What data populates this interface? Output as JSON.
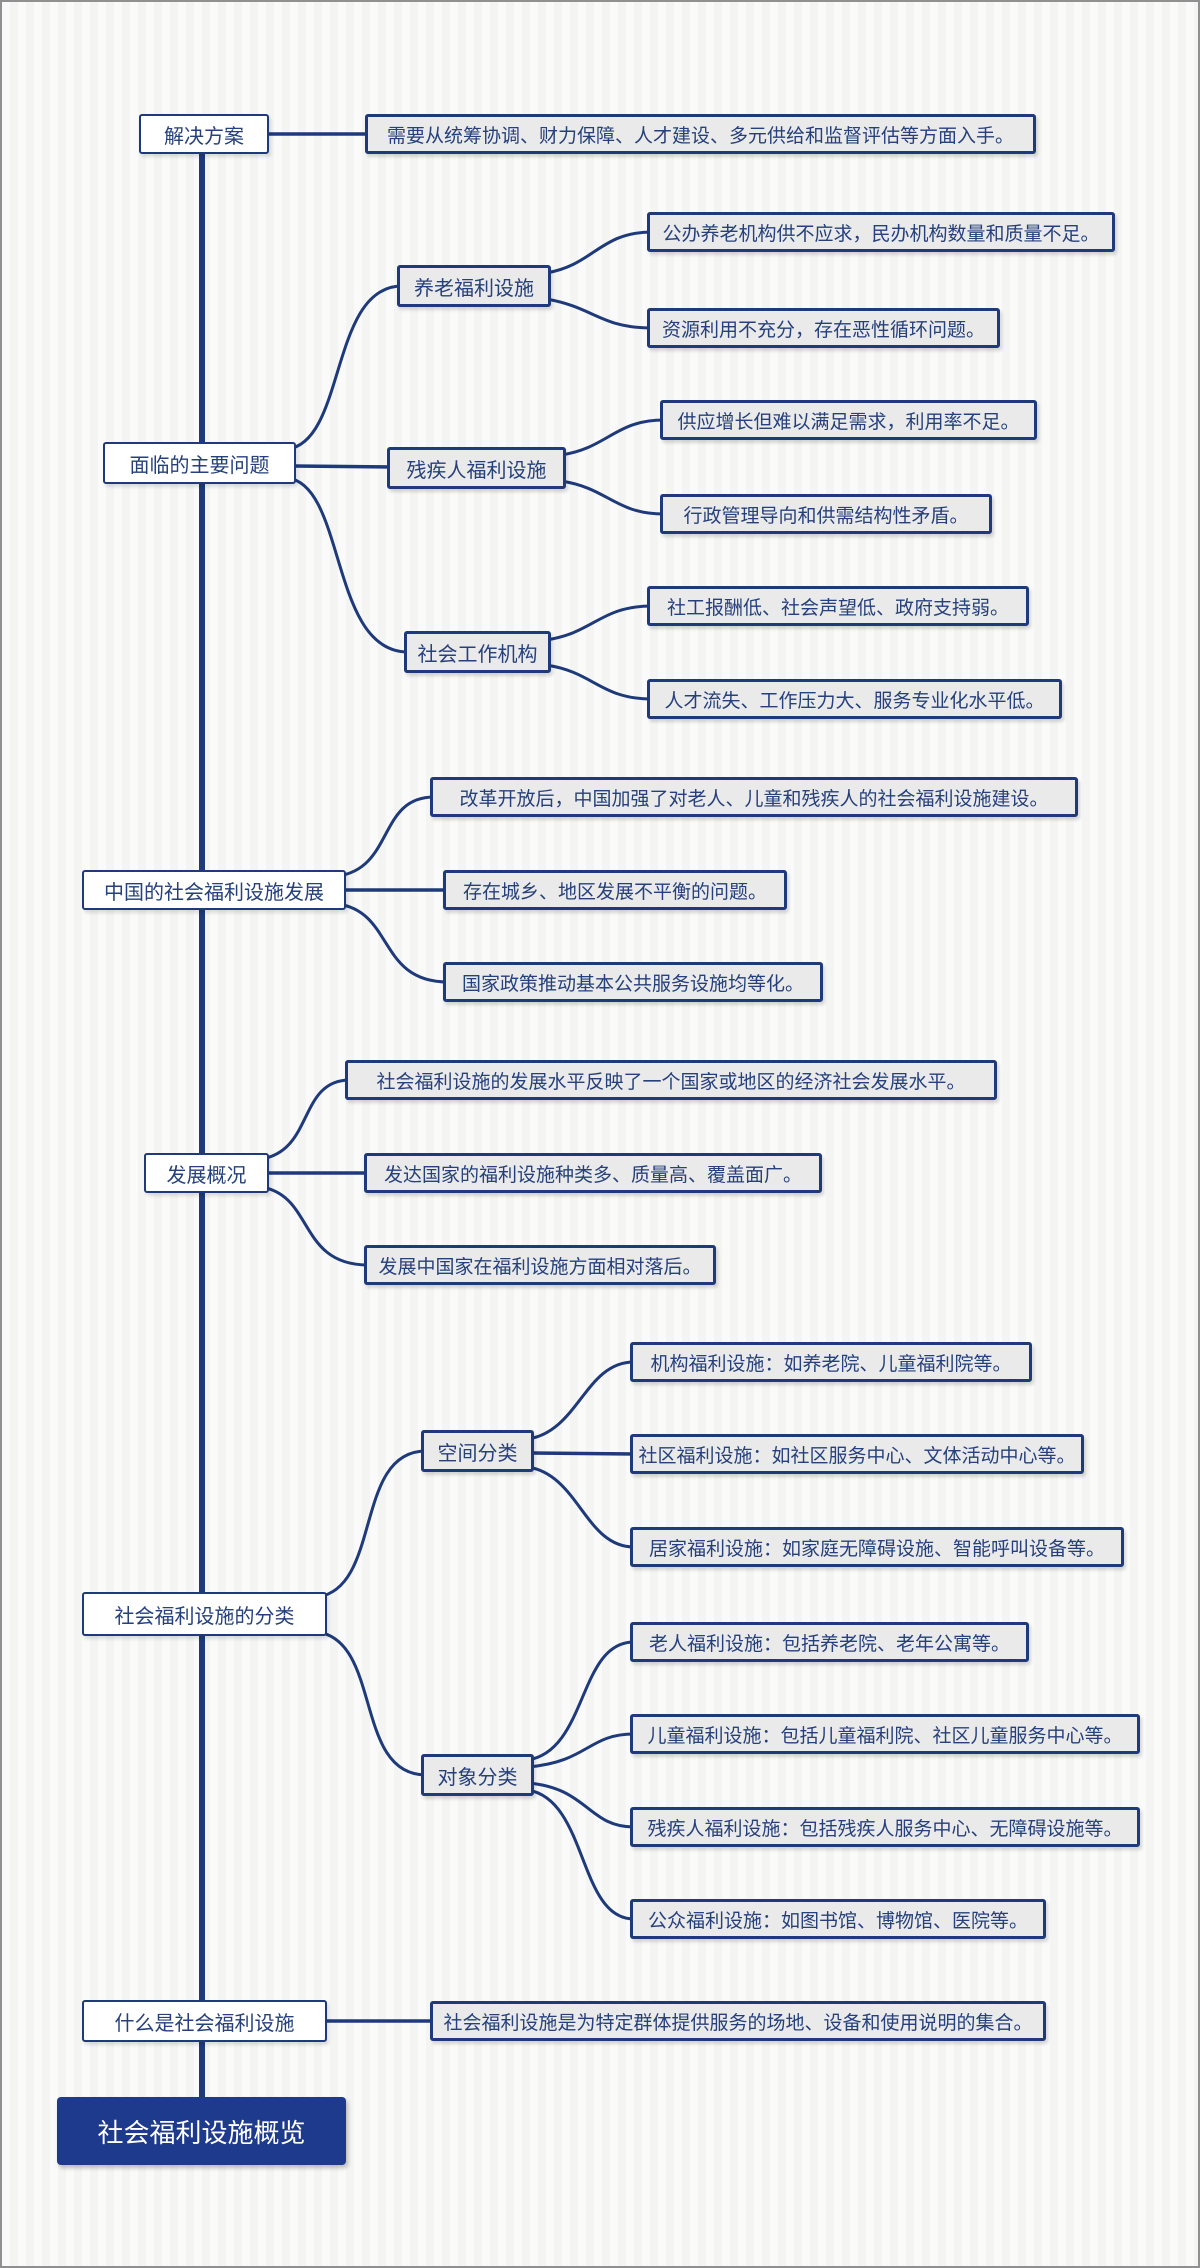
{
  "colors": {
    "line": "#1e3a7b",
    "border": "#1e3a7b",
    "text": "#26407c",
    "leaf_fill": "#eaeaea",
    "topic_fill": "#ffffff",
    "root_fill": "#1e3a8c",
    "root_text": "#ffffff",
    "background_stripe_light": "#fafafa",
    "background_stripe_dark": "#f4f4f3",
    "frame_border": "#909090"
  },
  "root": {
    "label": "社会福利设施概览"
  },
  "branches": [
    {
      "label": "解决方案",
      "children": [
        {
          "label": "需要从统筹协调、财力保障、人才建设、多元供给和监督评估等方面入手。"
        }
      ]
    },
    {
      "label": "面临的主要问题",
      "children": [
        {
          "label": "养老福利设施",
          "children": [
            {
              "label": "公办养老机构供不应求，民办机构数量和质量不足。"
            },
            {
              "label": "资源利用不充分，存在恶性循环问题。"
            }
          ]
        },
        {
          "label": "残疾人福利设施",
          "children": [
            {
              "label": "供应增长但难以满足需求，利用率不足。"
            },
            {
              "label": "行政管理导向和供需结构性矛盾。"
            }
          ]
        },
        {
          "label": "社会工作机构",
          "children": [
            {
              "label": "社工报酬低、社会声望低、政府支持弱。"
            },
            {
              "label": "人才流失、工作压力大、服务专业化水平低。"
            }
          ]
        }
      ]
    },
    {
      "label": "中国的社会福利设施发展",
      "children": [
        {
          "label": "改革开放后，中国加强了对老人、儿童和残疾人的社会福利设施建设。"
        },
        {
          "label": "存在城乡、地区发展不平衡的问题。"
        },
        {
          "label": "国家政策推动基本公共服务设施均等化。"
        }
      ]
    },
    {
      "label": "发展概况",
      "children": [
        {
          "label": "社会福利设施的发展水平反映了一个国家或地区的经济社会发展水平。"
        },
        {
          "label": "发达国家的福利设施种类多、质量高、覆盖面广。"
        },
        {
          "label": "发展中国家在福利设施方面相对落后。"
        }
      ]
    },
    {
      "label": "社会福利设施的分类",
      "children": [
        {
          "label": "空间分类",
          "children": [
            {
              "label": "机构福利设施：如养老院、儿童福利院等。"
            },
            {
              "label": "社区福利设施：如社区服务中心、文体活动中心等。"
            },
            {
              "label": "居家福利设施：如家庭无障碍设施、智能呼叫设备等。"
            }
          ]
        },
        {
          "label": "对象分类",
          "children": [
            {
              "label": "老人福利设施：包括养老院、老年公寓等。"
            },
            {
              "label": "儿童福利设施：包括儿童福利院、社区儿童服务中心等。"
            },
            {
              "label": "残疾人福利设施：包括残疾人服务中心、无障碍设施等。"
            },
            {
              "label": "公众福利设施：如图书馆、博物馆、医院等。"
            }
          ]
        }
      ]
    },
    {
      "label": "什么是社会福利设施",
      "children": [
        {
          "label": "社会福利设施是为特定群体提供服务的场地、设备和使用说明的集合。"
        }
      ]
    }
  ]
}
